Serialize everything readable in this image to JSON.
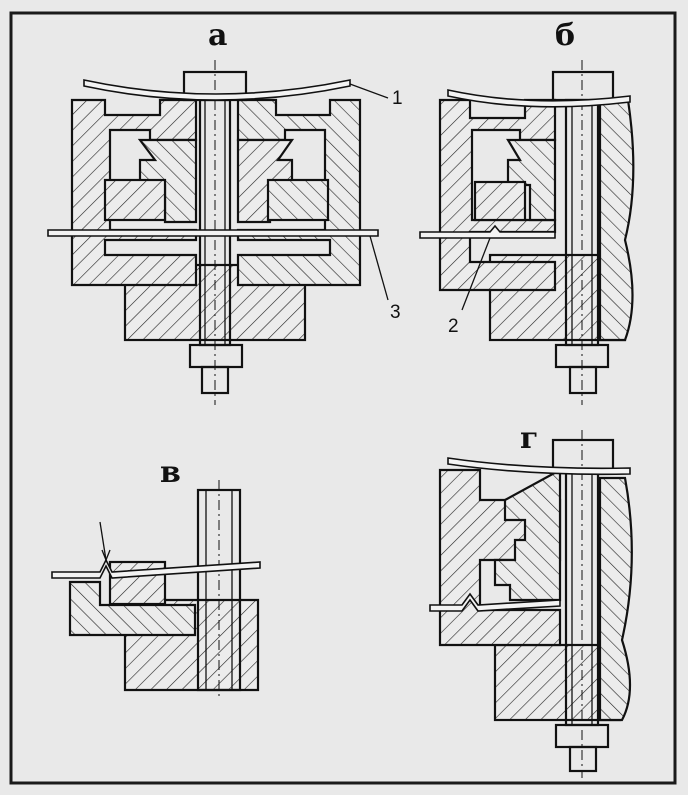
{
  "panels": {
    "a": {
      "label": "а"
    },
    "b": {
      "label": "б"
    },
    "v": {
      "label": "в"
    },
    "g": {
      "label": "г"
    }
  },
  "callouts": {
    "c1": "1",
    "c2": "2",
    "c3": "3"
  },
  "colors": {
    "background": "#e9e9e9",
    "ink": "#111111",
    "border": "#1a1a1a"
  }
}
